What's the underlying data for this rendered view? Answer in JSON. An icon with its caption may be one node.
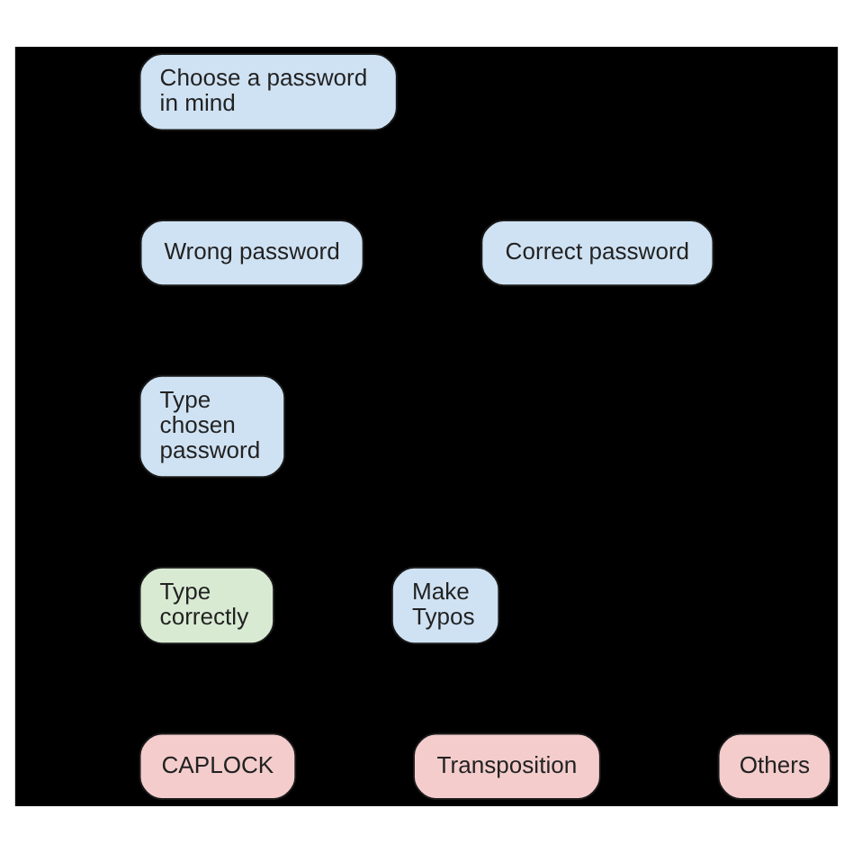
{
  "diagram": {
    "nodes": [
      {
        "text": [
          "Choose a password in mind"
        ]
      },
      {
        "text": [
          "Wrong password"
        ]
      },
      {
        "text": [
          "Correct password"
        ]
      },
      {
        "text": [
          "Type chosen password"
        ]
      },
      {
        "text": [
          "Type correctly"
        ]
      },
      {
        "text": [
          "Make Typos"
        ]
      },
      {
        "text": [
          "CAPLOCK"
        ]
      },
      {
        "text": [
          "Transposition"
        ]
      },
      {
        "text": [
          "Others"
        ]
      }
    ],
    "edges": []
  }
}
